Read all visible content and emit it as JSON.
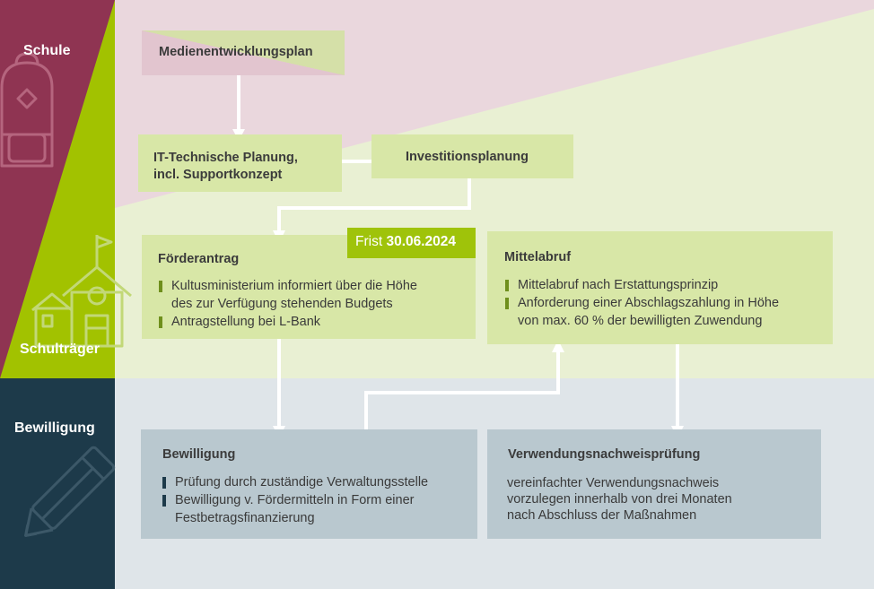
{
  "colors": {
    "schule_lane": "#8f3452",
    "schultraeger_lane": "#a2c200",
    "bewilligung_lane": "#1d3a4a",
    "pink_band": "#ead7dd",
    "green_band": "#e9f0d3",
    "blue_band": "#dfe5e9",
    "box_green": "#d8e7a7",
    "box_blue": "#b9c8cf",
    "deadline": "#9fc30a",
    "arrow": "#ffffff"
  },
  "lanes": {
    "schule": {
      "label": "Schule",
      "icon": "backpack-icon"
    },
    "schultraeger": {
      "label": "Schulträger",
      "icon": "school-building-icon"
    },
    "bewilligung": {
      "label": "Bewilligung",
      "icon": "pencil-icon"
    }
  },
  "boxes": {
    "medienentwicklungsplan": {
      "title": "Medienentwicklungsplan"
    },
    "it_planung": {
      "title_line1": "IT-Technische Planung,",
      "title_line2": "incl. Supportkonzept"
    },
    "investitionsplanung": {
      "title": "Investitionsplanung"
    },
    "foerderantrag": {
      "title": "Förderantrag",
      "deadline_prefix": "Frist",
      "deadline_date": "30.06.2024",
      "items": [
        {
          "line1": "Kultusministerium informiert über die Höhe",
          "line2": "des zur Verfügung stehenden Budgets"
        },
        {
          "line1": "Antragstellung bei L-Bank",
          "line2": ""
        }
      ]
    },
    "mittelabruf": {
      "title": "Mittelabruf",
      "items": [
        {
          "line1": "Mittelabruf nach Erstattungsprinzip",
          "line2": ""
        },
        {
          "line1": "Anforderung einer Abschlagszahlung in Höhe",
          "line2": "von max. 60 % der bewilligten Zuwendung"
        }
      ]
    },
    "bewilligung": {
      "title": "Bewilligung",
      "items": [
        {
          "line1": "Prüfung durch zuständige Verwaltungsstelle",
          "line2": ""
        },
        {
          "line1": "Bewilligung v. Fördermitteln in Form einer",
          "line2": "Festbetragsfinanzierung"
        }
      ]
    },
    "verwendungsnachweis": {
      "title": "Verwendungsnachweisprüfung",
      "lines": [
        "vereinfachter Verwendungsnachweis",
        "vorzulegen innerhalb von drei Monaten",
        "nach Abschluss der Maßnahmen"
      ]
    }
  }
}
